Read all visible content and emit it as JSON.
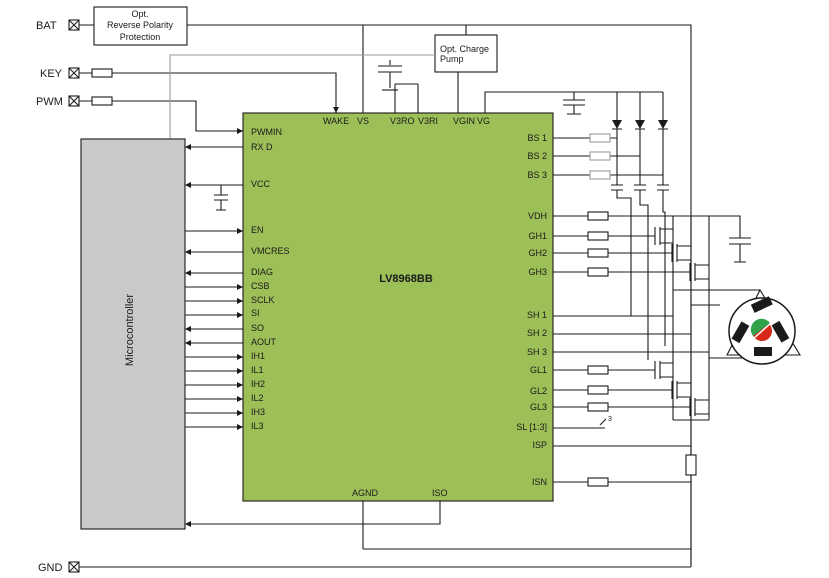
{
  "colors": {
    "ic_fill": "#9dbf58",
    "mcu_fill": "#c9c9c9",
    "wire": "#1a1a1a",
    "wire_gray": "#9a9a9a",
    "motor_red": "#d62718",
    "motor_green": "#2fa24a"
  },
  "terminals": {
    "bat": "BAT",
    "key": "KEY",
    "pwm": "PWM",
    "gnd": "GND"
  },
  "blocks": {
    "reverse_polarity": [
      "Opt.",
      "Reverse Polarity",
      "Protection"
    ],
    "charge_pump": [
      "Opt. Charge",
      "Pump"
    ],
    "microcontroller": "Microcontroller",
    "ic_name": "LV8968BB"
  },
  "ic_pins": {
    "top": {
      "wake": "WAKE",
      "vs": "VS",
      "v3ro": "V3RO",
      "v3ri": "V3RI",
      "vgin": "VGIN",
      "vg": "VG"
    },
    "left": [
      "PWMIN",
      "RX D",
      "VCC",
      "EN",
      "VMCRES",
      "DIAG",
      "CSB",
      "SCLK",
      "SI",
      "SO",
      "AOUT",
      "IH1",
      "IL1",
      "IH2",
      "IL2",
      "IH3",
      "IL3"
    ],
    "right": [
      "BS 1",
      "BS 2",
      "BS 3",
      "VDH",
      "GH1",
      "GH2",
      "GH3",
      "SH 1",
      "SH 2",
      "SH 3",
      "GL1",
      "GL2",
      "GL3",
      "SL [1:3]",
      "ISP",
      "ISN"
    ],
    "bottom": {
      "agnd": "AGND",
      "iso": "ISO"
    }
  },
  "bus_width_label": "3"
}
